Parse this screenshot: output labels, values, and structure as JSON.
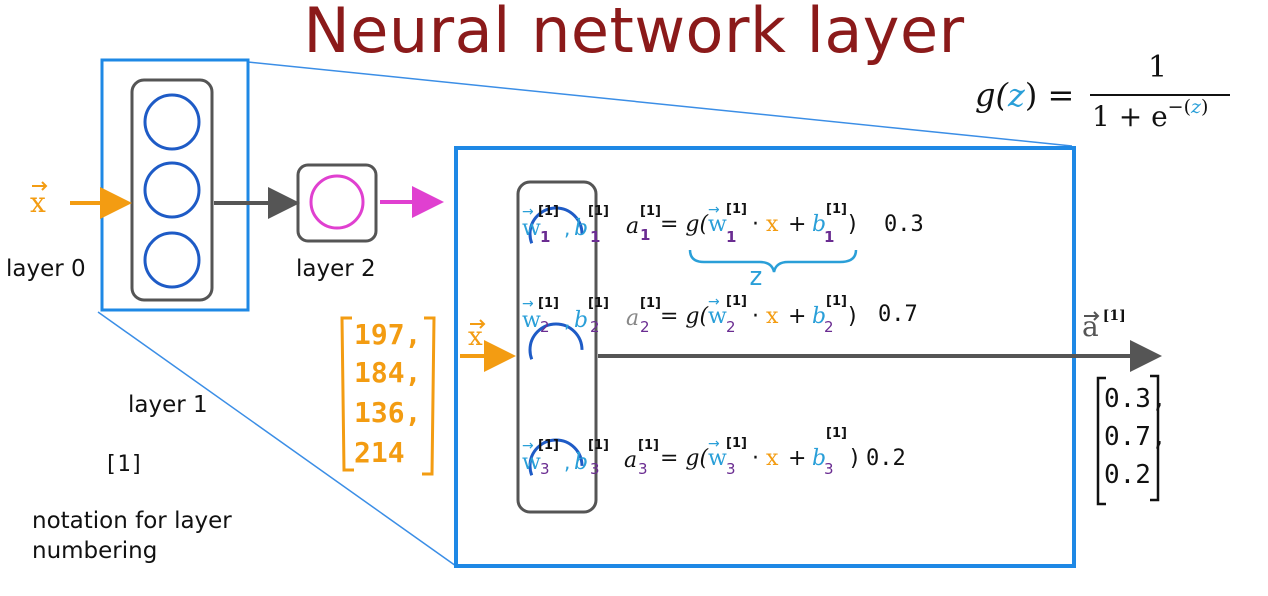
{
  "slide_title": "Neural network layer",
  "sigmoid": {
    "lhs_fn": "g(",
    "lhs_var": "z",
    "lhs_close": ") =",
    "numerator": "1",
    "denominator_base": "1 + e",
    "exp_open": "−(",
    "exp_var": "z",
    "exp_close": ")"
  },
  "labels": {
    "input_x": "x",
    "layer0": "layer 0",
    "layer1": "layer 1",
    "layer2": "layer 2",
    "bracket_1": "[1]",
    "notation_line1": "notation for layer",
    "notation_line2": "numbering",
    "output_a": "a",
    "output_a_super": "[1]",
    "detail_input_x": "x"
  },
  "input_vector": [
    "197,",
    "184,",
    "136,",
    "214"
  ],
  "neurons": [
    {
      "w": "w",
      "b": "b",
      "sub": "1",
      "sup": "[1]",
      "a": "a",
      "eq": "= g(",
      "dot": "·",
      "x": "x",
      "plus": "+",
      "close": ")",
      "value": "0.3"
    },
    {
      "w": "w",
      "b": "b",
      "sub": "2",
      "sup": "[1]",
      "a": "a",
      "eq": "= g(",
      "dot": "·",
      "x": "x",
      "plus": "+",
      "close": ")",
      "value": "0.7"
    },
    {
      "w": "w",
      "b": "b",
      "sub": "3",
      "sup": "[1]",
      "a": "a",
      "eq": "= g(",
      "dot": "·",
      "x": "x",
      "plus": "+",
      "close": ")",
      "value": "0.2"
    }
  ],
  "brace_label": "z",
  "output_vector": [
    "0.3,",
    "0.7,",
    "0.2"
  ],
  "colors": {
    "title": "#8b1a1a",
    "zoom_frame": "#1e88e5",
    "neuron_blue": "#1e5bc6",
    "neuron_magenta": "#e040d0",
    "arrow_orange": "#f39c12",
    "arrow_magenta": "#e040d0",
    "arrow_gray": "#555555",
    "w_blue": "#2a9fd8",
    "index_purple": "#6a2c91",
    "x_orange": "#f39c12"
  }
}
